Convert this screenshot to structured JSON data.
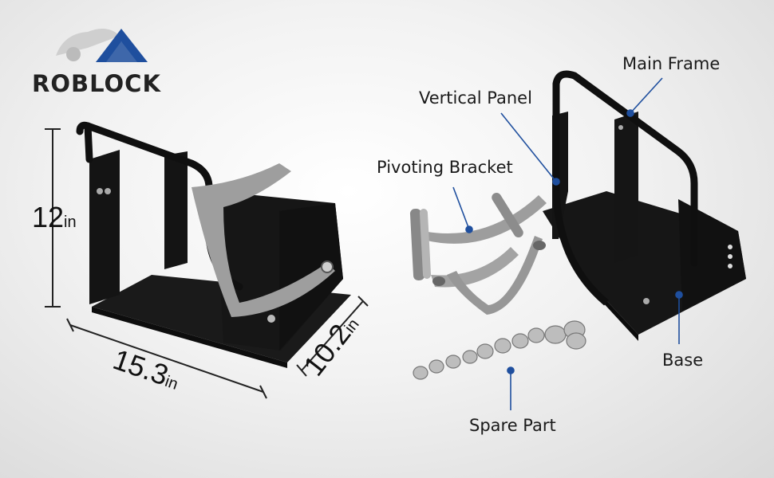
{
  "brand": {
    "name": "ROBLOCK"
  },
  "dimensions": {
    "height": {
      "value": "12",
      "unit": "in"
    },
    "length": {
      "value": "15.3",
      "unit": "in"
    },
    "width": {
      "value": "10.2",
      "unit": "in"
    }
  },
  "callouts": {
    "main_frame": "Main Frame",
    "vertical_panel": "Vertical Panel",
    "pivoting_bracket": "Pivoting Bracket",
    "base": "Base",
    "spare_part": "Spare Part"
  },
  "colors": {
    "accent": "#1f4f9e",
    "metal_black": "#141414",
    "bracket_gray": "#9a9a9a"
  }
}
